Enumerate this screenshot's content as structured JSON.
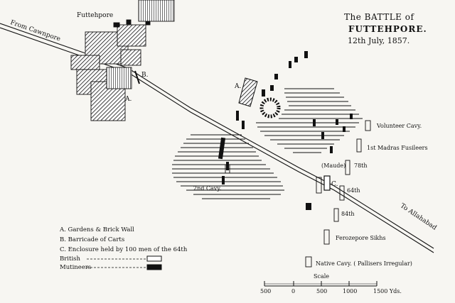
{
  "title": {
    "line1": "The BATTLE of",
    "line2": "FUTTEHPORE.",
    "line3": "12th July, 1857."
  },
  "places": {
    "town": "Futtehpore",
    "from": "From Cawnpore",
    "to": "To Allahabad"
  },
  "markers": {
    "a1": "A.",
    "a2": "A.",
    "b": "B.",
    "c": "C."
  },
  "units": {
    "volunteer_cav": "Volunteer Cavy.",
    "madras_fusiliers": "1st Madras Fusileers",
    "maude": "(Maude)",
    "regt_78": "78th",
    "regt_64": "64th",
    "regt_84": "84th",
    "ferozepore": "Ferozepore Sikhs",
    "native_cav": "Native Cavy. ( Pallisers Irregular)",
    "second_cav": "2nd Cavy."
  },
  "legend": {
    "a": "A. Gardens & Brick Wall",
    "b": "B. Barricade of Carts",
    "c": "C. Enclosure held by 100 men of the 64th",
    "british": "British",
    "mutineers": "Mutineers"
  },
  "scale": {
    "title": "Scale",
    "ticks": [
      "500",
      "0",
      "500",
      "1000",
      "1500 Yds."
    ]
  }
}
